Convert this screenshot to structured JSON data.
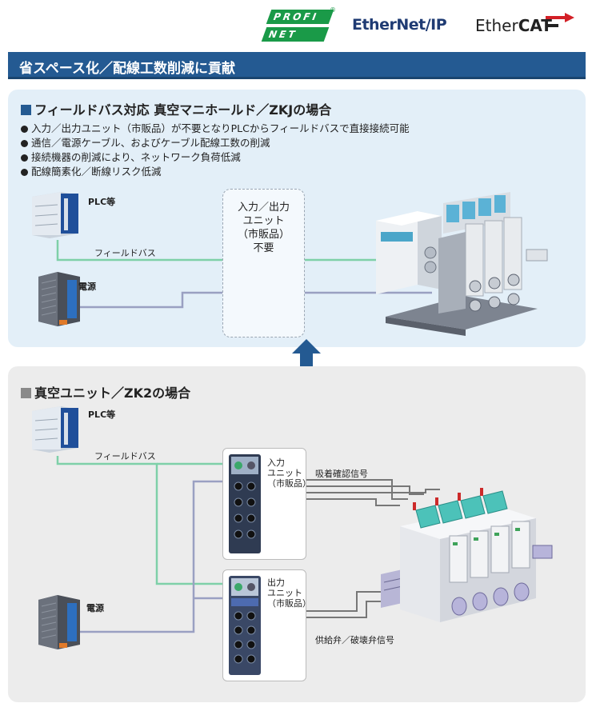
{
  "logos": {
    "profinet_line1": "PROFI",
    "profinet_line2": "NET",
    "profinet_reg": "®",
    "ethernetip": "EtherNet/IP",
    "ethercat_a": "Ether",
    "ethercat_b": "CAT"
  },
  "header": {
    "title": "省スペース化／配線工数削減に貢献"
  },
  "section_zkj": {
    "title": "フィールドバス対応 真空マニホールド／ZKJの場合",
    "bullets": [
      "入力／出力ユニット（市販品）が不要となりPLCからフィールドバスで直接接続可能",
      "通信／電源ケーブル、およびケーブル配線工数の削減",
      "接続機器の削減により、ネットワーク負荷低減",
      "配線簡素化／断線リスク低減"
    ],
    "plc_label": "PLC等",
    "fieldbus_label": "フィールドバス",
    "power_label": "電源",
    "unit_note": [
      "入力／出力",
      "ユニット",
      "（市販品）",
      "不要"
    ]
  },
  "section_zk2": {
    "title": "真空ユニット／ZK2の場合",
    "plc_label": "PLC等",
    "fieldbus_label": "フィールドバス",
    "power_label": "電源",
    "input_unit": [
      "入力",
      "ユニット",
      "（市販品）"
    ],
    "output_unit": [
      "出力",
      "ユニット",
      "（市販品）"
    ],
    "signal_top": "吸着確認信号",
    "signal_bottom": "供給弁／破壊弁信号"
  },
  "colors": {
    "header_blue": "#245a92",
    "panel_top": "#e3eff8",
    "panel_bottom": "#ececec",
    "fieldbus_green": "#7ed0a8",
    "power_line": "#9aa0c2",
    "signal_line": "#777777",
    "arrow_blue": "#245a92"
  }
}
